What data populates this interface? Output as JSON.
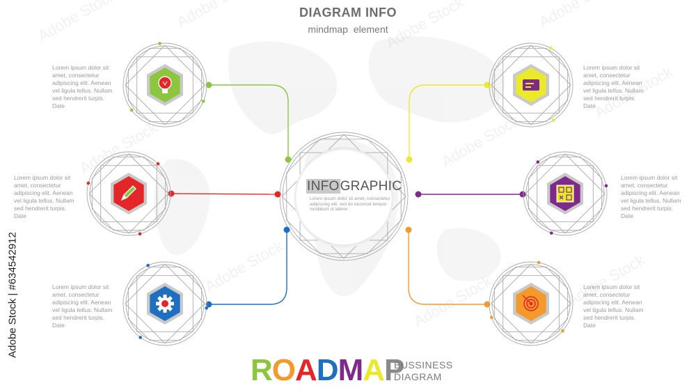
{
  "header": {
    "title": "DIAGRAM INFO",
    "subtitle": "mindmap  element"
  },
  "center": {
    "brand_highlight": "INFO",
    "brand_rest": "GRAPHIC",
    "description": [
      "Lorem ipsum dolor sit amet, consectetur",
      "adipiscing elit, sed do eiusmod tempor",
      "incididunt ut labore"
    ]
  },
  "nodes": [
    {
      "id": "top-left",
      "color": "#8cc63f",
      "icon": "lightbulb-icon",
      "desc_lines": [
        "Lorem ipsum dolor sit",
        "amet, consectetur",
        "adipiscing elit. Aenean",
        "vel ligula tellus. Nullam",
        "sed hendrerit turpis."
      ],
      "date": "Date"
    },
    {
      "id": "middle-left",
      "color": "#e52629",
      "icon": "pencil-icon",
      "desc_lines": [
        "Lorem ipsum dolor sit",
        "amet, consectetur",
        "adipiscing elit. Aenean",
        "vel ligula tellus. Nullam",
        "sed hendrerit turpis."
      ],
      "date": "Date"
    },
    {
      "id": "bottom-left",
      "color": "#1e6fbf",
      "icon": "gear-icon",
      "desc_lines": [
        "Lorem ipsum dolor sit",
        "amet, consectetur",
        "adipiscing elit. Aenean",
        "vel ligula tellus. Nullam",
        "sed hendrerit turpis."
      ],
      "date": "Date"
    },
    {
      "id": "top-right",
      "color": "#eaea2b",
      "icon": "id-card-icon",
      "desc_lines": [
        "Lorem ipsum dolor sit",
        "amet, consectetur",
        "adipiscing elit. Aenean",
        "vel ligula tellus. Nullam",
        "sed hendrerit turpis."
      ],
      "date": "Date"
    },
    {
      "id": "middle-right",
      "color": "#7d2a8a",
      "icon": "checklist-icon",
      "desc_lines": [
        "Lorem ipsum dolor sit",
        "amet, consectetur",
        "adipiscing elit. Aenean",
        "vel ligula tellus. Nullam",
        "sed hendrerit turpis."
      ],
      "date": "Date"
    },
    {
      "id": "bottom-right",
      "color": "#f39a2a",
      "icon": "target-icon",
      "desc_lines": [
        "Lorem ipsum dolor sit",
        "amet, consectetur",
        "adipiscing elit. Aenean",
        "vel ligula tellus. Nullam",
        "sed hendrerit turpis."
      ],
      "date": "Date"
    }
  ],
  "footer": {
    "roadmap_letters": [
      {
        "ch": "R",
        "color": "#8cc63f"
      },
      {
        "ch": "O",
        "color": "#f39a2a"
      },
      {
        "ch": "A",
        "color": "#e52629"
      },
      {
        "ch": "D",
        "color": "#1e6fbf"
      },
      {
        "ch": "M",
        "color": "#7d2a8a"
      },
      {
        "ch": "A",
        "color": "#eaea2b"
      },
      {
        "ch": "P",
        "color": "#8a8a8a"
      }
    ],
    "line1": "BUSSINESS",
    "line2": "DIAGRAM"
  },
  "watermark": "Adobe Stock | #634542912"
}
